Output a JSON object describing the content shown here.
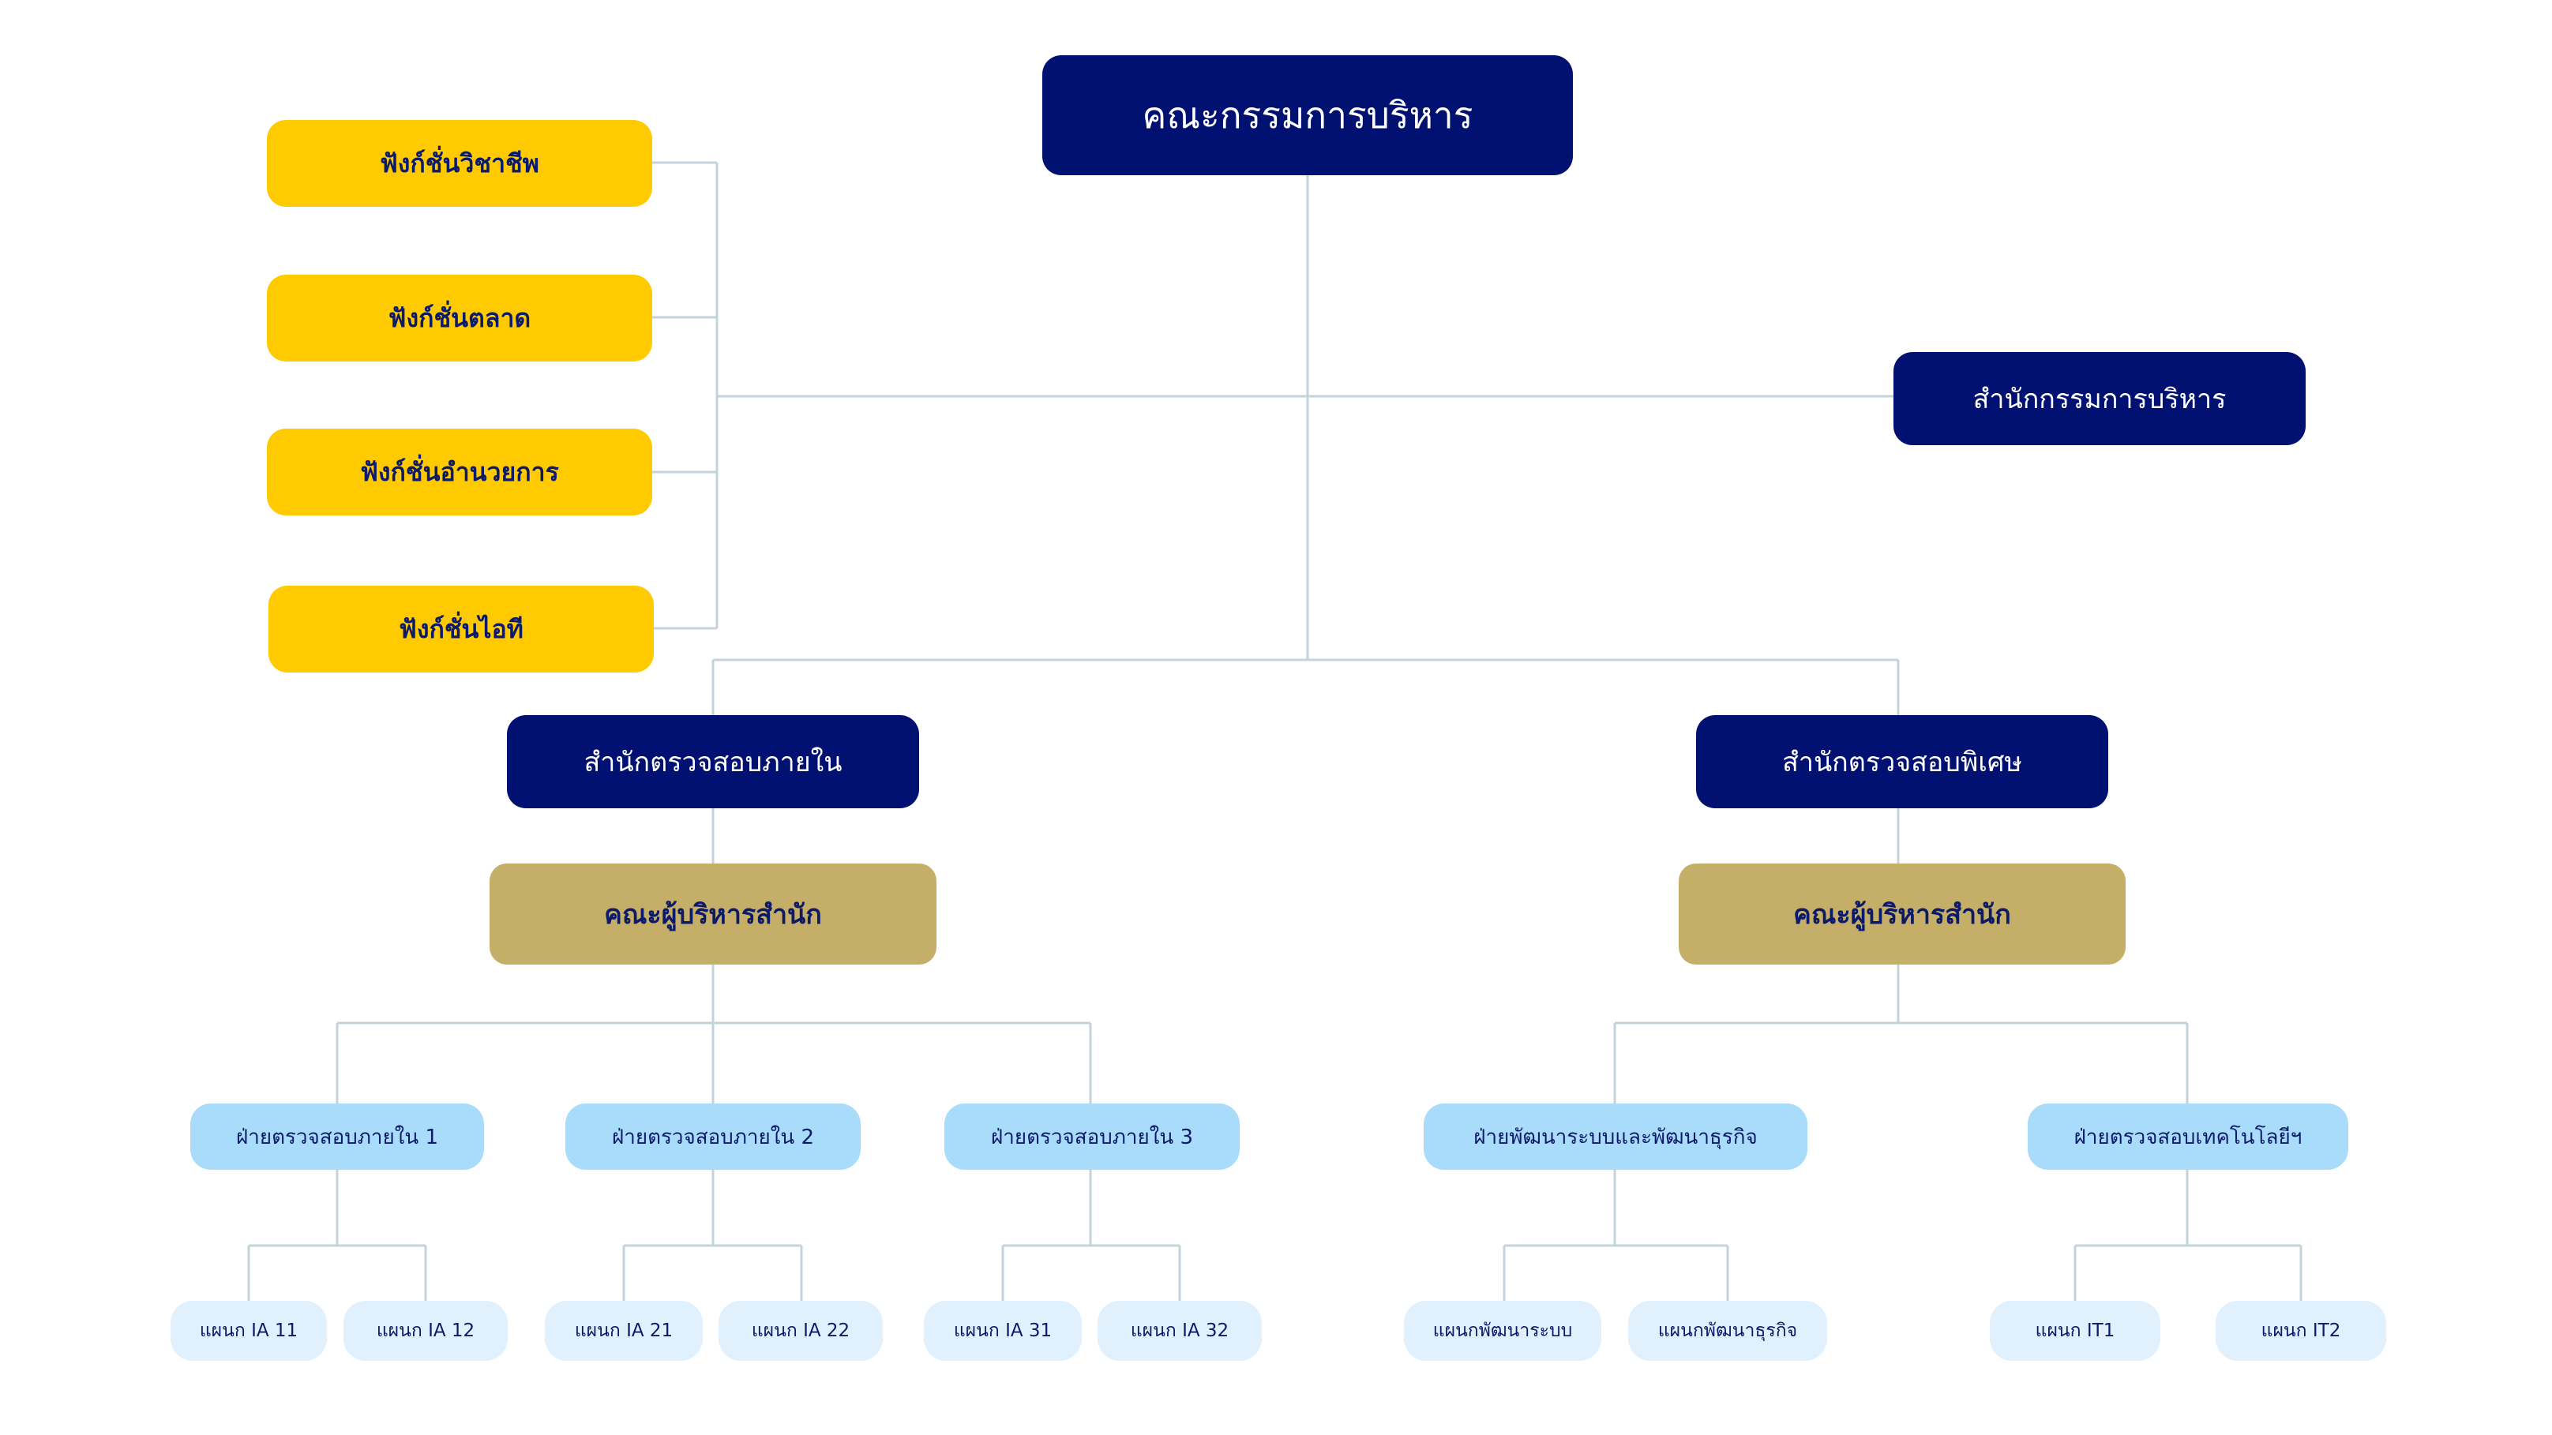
{
  "board": {
    "label": "คณะกรรมการบริหาร"
  },
  "board_office": {
    "label": "สำนักกรรมการบริหาร"
  },
  "functions": [
    {
      "label": "ฟังก์ชั่นวิชาชีพ"
    },
    {
      "label": "ฟังก์ชั่นตลาด"
    },
    {
      "label": "ฟังก์ชั่นอำนวยการ"
    },
    {
      "label": "ฟังก์ชั่นไอที"
    }
  ],
  "internal_audit": {
    "label": "สำนักตรวจสอบภายใน",
    "management": "คณะผู้บริหารสำนัก",
    "divisions": [
      {
        "label": "ฝ่ายตรวจสอบภายใน 1",
        "units": [
          "แผนก IA 11",
          "แผนก IA 12"
        ]
      },
      {
        "label": "ฝ่ายตรวจสอบภายใน 2",
        "units": [
          "แผนก IA 21",
          "แผนก IA 22"
        ]
      },
      {
        "label": "ฝ่ายตรวจสอบภายใน 3",
        "units": [
          "แผนก IA 31",
          "แผนก IA 32"
        ]
      }
    ]
  },
  "special_audit": {
    "label": "สำนักตรวจสอบพิเศษ",
    "management": "คณะผู้บริหารสำนัก",
    "divisions": [
      {
        "label": "ฝ่ายพัฒนาระบบและพัฒนาธุรกิจ",
        "units": [
          "แผนกพัฒนาระบบ",
          "แผนกพัฒนาธุรกิจ"
        ]
      },
      {
        "label": "ฝ่ายตรวจสอบเทคโนโลยีฯ",
        "units": [
          "แผนก IT1",
          "แผนก IT2"
        ]
      }
    ]
  },
  "colors": {
    "navy": "#001172",
    "gold": "#FFCB00",
    "tan": "#C5AE68",
    "light_blue": "#A8DCFA",
    "pale_blue": "#E0F0FC",
    "connector": "#C3D3DA",
    "dark_text": "#0c1a6a"
  }
}
